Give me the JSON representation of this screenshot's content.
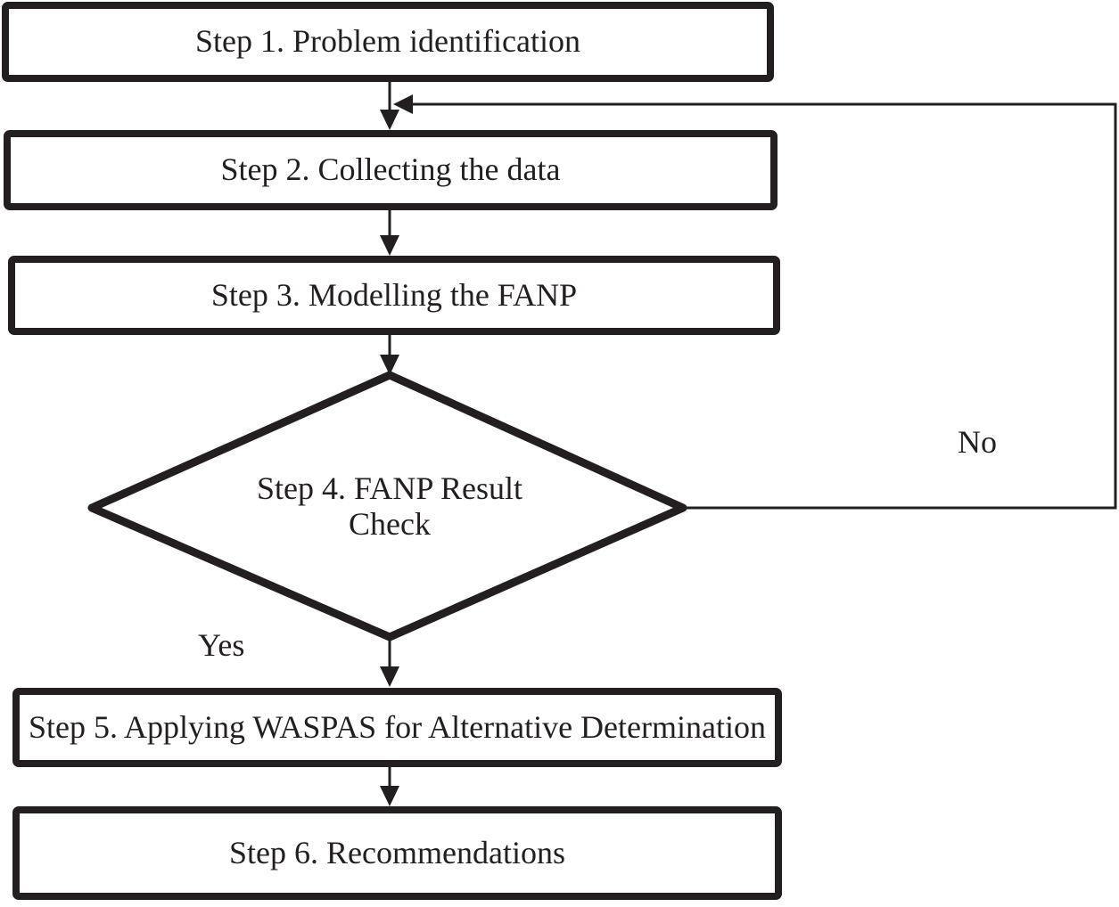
{
  "flowchart": {
    "colors": {
      "ink": "#231f20",
      "background": "#ffffff"
    },
    "steps": [
      {
        "id": "step-1",
        "shape": "rectangle",
        "label": "Step 1. Problem identification"
      },
      {
        "id": "step-2",
        "shape": "rectangle",
        "label": "Step 2. Collecting the data"
      },
      {
        "id": "step-3",
        "shape": "rectangle",
        "label": "Step 3. Modelling the FANP"
      },
      {
        "id": "step-4",
        "shape": "diamond",
        "label": "Step 4. FANP Result Check"
      },
      {
        "id": "step-5",
        "shape": "rectangle",
        "label": "Step 5. Applying WASPAS for Alternative Determination"
      },
      {
        "id": "step-6",
        "shape": "rectangle",
        "label": "Step 6. Recommendations"
      }
    ],
    "decision_branches": {
      "yes_label": "Yes",
      "no_label": "No"
    },
    "connections": [
      {
        "from": "step-1",
        "to": "step-2",
        "label": ""
      },
      {
        "from": "step-2",
        "to": "step-3",
        "label": ""
      },
      {
        "from": "step-3",
        "to": "step-4",
        "label": ""
      },
      {
        "from": "step-4",
        "to": "step-5",
        "label": "Yes"
      },
      {
        "from": "step-4",
        "to": "step-2",
        "label": "No"
      },
      {
        "from": "step-5",
        "to": "step-6",
        "label": ""
      }
    ]
  }
}
